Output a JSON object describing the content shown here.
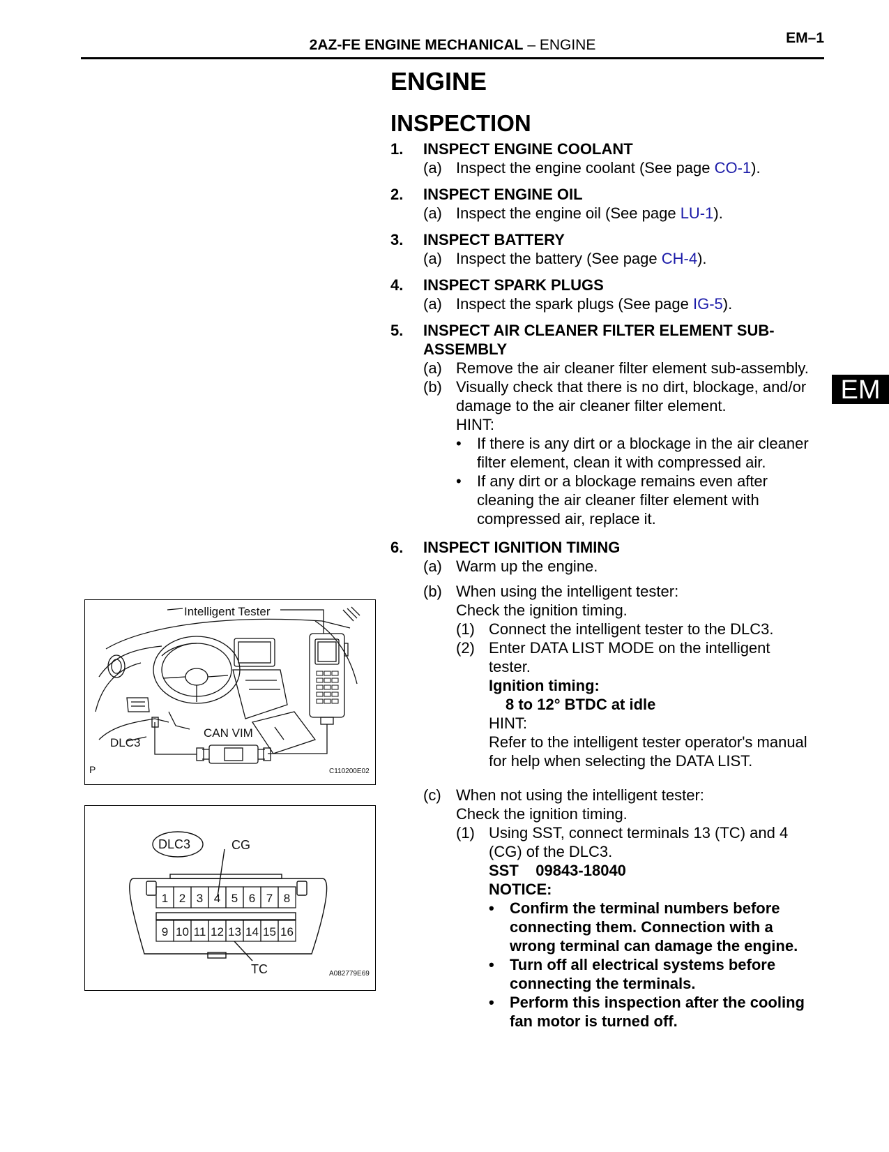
{
  "header": {
    "title_bold": "2AZ-FE ENGINE MECHANICAL",
    "title_rest": " – ENGINE",
    "page": "EM–1"
  },
  "side_tab": "EM",
  "main": {
    "title": "ENGINE",
    "section": "INSPECTION",
    "steps": [
      {
        "num": "1.",
        "title": "INSPECT ENGINE COOLANT",
        "sub": {
          "letter": "(a)",
          "text": "Inspect the engine coolant (See page ",
          "link": "CO-1",
          "after": ")."
        }
      },
      {
        "num": "2.",
        "title": "INSPECT ENGINE OIL",
        "sub": {
          "letter": "(a)",
          "text": "Inspect the engine oil (See page ",
          "link": "LU-1",
          "after": ")."
        }
      },
      {
        "num": "3.",
        "title": "INSPECT BATTERY",
        "sub": {
          "letter": "(a)",
          "text": "Inspect the battery (See page ",
          "link": "CH-4",
          "after": ")."
        }
      },
      {
        "num": "4.",
        "title": "INSPECT SPARK PLUGS",
        "sub": {
          "letter": "(a)",
          "text": "Inspect the spark plugs (See page ",
          "link": "IG-5",
          "after": ")."
        }
      }
    ],
    "step5": {
      "num": "5.",
      "title_l1": "INSPECT AIR CLEANER FILTER ELEMENT SUB-",
      "title_l2": "ASSEMBLY",
      "a_letter": "(a)",
      "a_text": "Remove the air cleaner filter element sub-assembly.",
      "b_letter": "(b)",
      "b_l1": "Visually check that there is no dirt, blockage, and/or",
      "b_l2": "damage to the air cleaner filter element.",
      "hint": "HINT:",
      "bullet": "•",
      "bullet1_l1": "If there is any dirt or a blockage in the air cleaner",
      "bullet1_l2": "filter element, clean it with compressed air.",
      "bullet2_l1": "If any dirt or a blockage remains even after",
      "bullet2_l2": "cleaning the air cleaner filter element with",
      "bullet2_l3": "compressed air, replace it."
    },
    "step6": {
      "num": "6.",
      "title": "INSPECT IGNITION TIMING",
      "a_letter": "(a)",
      "a_text": "Warm up the engine.",
      "b_letter": "(b)",
      "b_l1": "When using the intelligent tester:",
      "b_l2": "Check the ignition timing.",
      "b1_num": "(1)",
      "b1_text": "Connect the intelligent tester to the DLC3.",
      "b2_num": "(2)",
      "b2_l1": "Enter DATA LIST MODE on the intelligent",
      "b2_l2": "tester.",
      "spec_label": "Ignition timing:",
      "spec_value": "8 to 12° BTDC at idle",
      "hint": "HINT:",
      "hint_l1": "Refer to the intelligent tester operator's manual",
      "hint_l2": "for help when selecting the DATA LIST.",
      "c_letter": "(c)",
      "c_l1": "When not using the intelligent tester:",
      "c_l2": "Check the ignition timing.",
      "c1_num": "(1)",
      "c1_l1": "Using SST, connect terminals 13 (TC) and 4",
      "c1_l2": "(CG) of the DLC3.",
      "sst": "SST    09843-18040",
      "notice": "NOTICE:",
      "bullet": "•",
      "n1_l1": "Confirm the terminal numbers before",
      "n1_l2": "connecting them. Connection with a",
      "n1_l3": "wrong terminal can damage the engine.",
      "n2_l1": "Turn off all electrical systems before",
      "n2_l2": "connecting the terminals.",
      "n3_l1": "Perform this inspection after the cooling",
      "n3_l2": "fan motor is turned off."
    }
  },
  "figure1": {
    "tester_label": "Intelligent Tester",
    "vim_label": "CAN VIM",
    "dlc_label": "DLC3",
    "corner_label": "P",
    "code": "C110200E02"
  },
  "figure2": {
    "dlc_label": "DLC3",
    "cg_label": "CG",
    "tc_label": "TC",
    "code": "A082779E69",
    "pins_top": [
      "1",
      "2",
      "3",
      "4",
      "5",
      "6",
      "7",
      "8"
    ],
    "pins_bottom": [
      "9",
      "10",
      "11",
      "12",
      "13",
      "14",
      "15",
      "16"
    ]
  }
}
